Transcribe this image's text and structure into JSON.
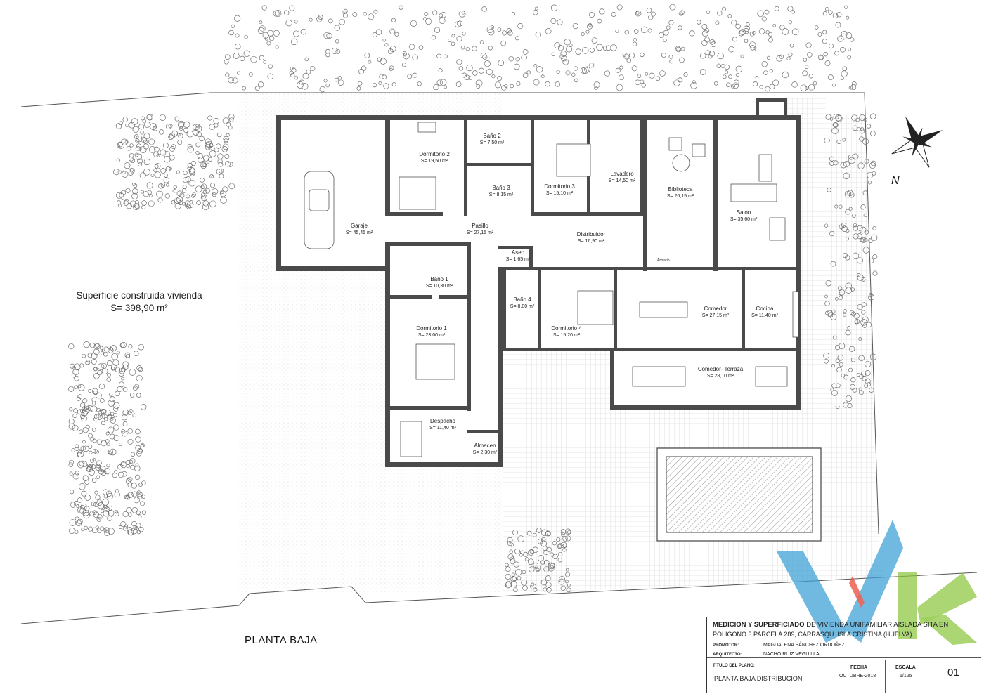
{
  "summary": {
    "label": "Superficie construida vivienda",
    "value": "S= 398,90 m²"
  },
  "plan_title": "PLANTA BAJA",
  "north_label": "N",
  "rooms": [
    {
      "name": "Garaje",
      "area": "S= 45,45 m²"
    },
    {
      "name": "Dormitorio 2",
      "area": "S= 19,50 m²"
    },
    {
      "name": "Baño 2",
      "area": "S= 7,50 m²"
    },
    {
      "name": "Baño 3",
      "area": "S= 8,15 m²"
    },
    {
      "name": "Dormitorio 3",
      "area": "S= 15,10 m²"
    },
    {
      "name": "Lavadero",
      "area": "S= 14,50 m²"
    },
    {
      "name": "Biblioteca",
      "area": "S= 26,15 m²"
    },
    {
      "name": "Salon",
      "area": "S= 35,60 m²"
    },
    {
      "name": "Pasillo",
      "area": "S= 27,15 m²"
    },
    {
      "name": "Distribuidor",
      "area": "S= 16,90 m²"
    },
    {
      "name": "Aseo",
      "area": "S= 1,65 m²"
    },
    {
      "name": "Baño 1",
      "area": "S= 10,30 m²"
    },
    {
      "name": "Baño 4",
      "area": "S= 8,00 m²"
    },
    {
      "name": "Dormitorio 4",
      "area": "S= 15,20 m²"
    },
    {
      "name": "Comedor",
      "area": "S= 27,15 m²"
    },
    {
      "name": "Cocina",
      "area": "S= 11,40 m²"
    },
    {
      "name": "Dormitorio 1",
      "area": "S= 23,00 m²"
    },
    {
      "name": "Comedor- Terraza",
      "area": "S= 28,10 m²"
    },
    {
      "name": "Despacho",
      "area": "S= 11,40 m²"
    },
    {
      "name": "Almacen",
      "area": "S= 2,30 m²"
    }
  ],
  "armario_label": "Armario",
  "titleblock": {
    "heading_bold": "MEDICION Y SUPERFICIADO",
    "heading_rest": " DE VIVIENDA UNIFAMILIAR AISLADA SITA EN",
    "heading_line2": "POLIGONO 3 PARCELA 289, CARRASQU. ISLA CRISTINA (HUELVA)",
    "promotor_label": "PROMOTOR:",
    "promotor_value": "MAGDALENA SÁNCHEZ ORDOÑEZ",
    "arquitecto_label": "ARQUITECTO:",
    "arquitecto_value": "NACHO RUIZ VEGUILLA",
    "titulo_label": "TITULO DEL PLANO:",
    "titulo_value": "PLANTA BAJA DISTRIBUCION",
    "fecha_label": "FECHA",
    "fecha_value": "OCTUBRE-2018",
    "escala_label": "ESCALA",
    "escala_value": "1/125",
    "sheet": "01"
  },
  "colors": {
    "wall": "#4a4a4a",
    "logo_blue": "#3a9fd6",
    "logo_green": "#8cc63f",
    "logo_red": "#e94e3c"
  }
}
